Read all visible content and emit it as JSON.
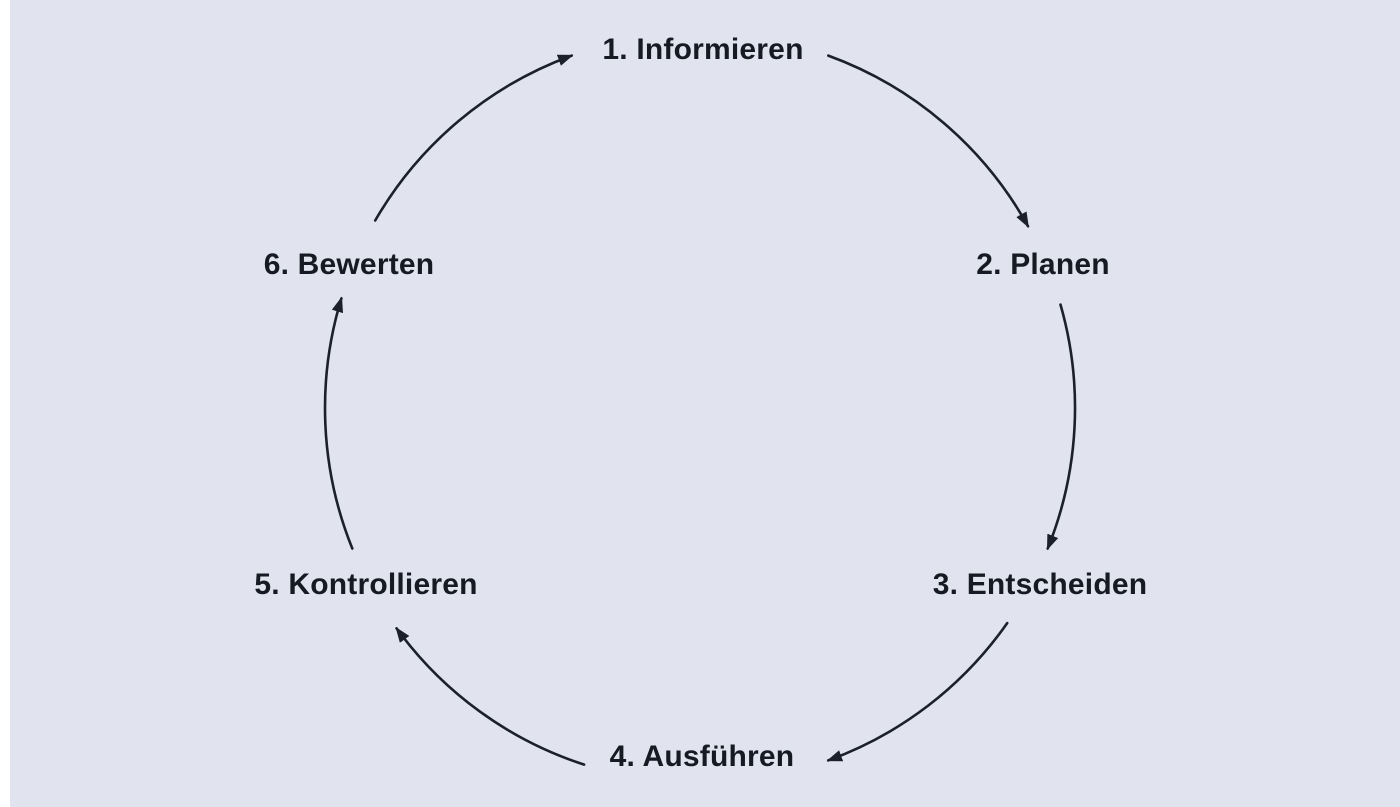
{
  "diagram": {
    "type": "cycle",
    "direction": "clockwise",
    "steps": [
      {
        "number": "1",
        "name": "Informieren",
        "label": "1. Informieren"
      },
      {
        "number": "2",
        "name": "Planen",
        "label": "2. Planen"
      },
      {
        "number": "3",
        "name": "Entscheiden",
        "label": "3. Entscheiden"
      },
      {
        "number": "4",
        "name": "Ausführen",
        "label": "4. Ausführen"
      },
      {
        "number": "5",
        "name": "Kontrollieren",
        "label": "5. Kontrollieren"
      },
      {
        "number": "6",
        "name": "Bewerten",
        "label": "6. Bewerten"
      }
    ],
    "edges": [
      {
        "from": "1. Informieren",
        "to": "2. Planen"
      },
      {
        "from": "2. Planen",
        "to": "3. Entscheiden"
      },
      {
        "from": "3. Entscheiden",
        "to": "4. Ausführen"
      },
      {
        "from": "4. Ausführen",
        "to": "5. Kontrollieren"
      },
      {
        "from": "5. Kontrollieren",
        "to": "6. Bewerten"
      },
      {
        "from": "6. Bewerten",
        "to": "1. Informieren"
      }
    ]
  },
  "colors": {
    "background": "#e1e4ee",
    "text": "#161a22",
    "arrow": "#1c202a",
    "page_margin": "#ffffff"
  }
}
